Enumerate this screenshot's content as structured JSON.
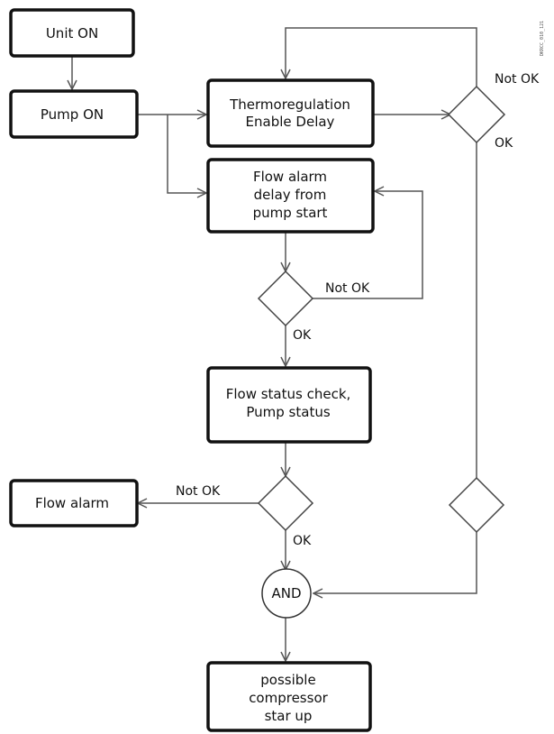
{
  "nodes": {
    "unit_on": "Unit ON",
    "pump_on": "Pump ON",
    "thermoregulation": [
      "Thermoregulation",
      "Enable Delay"
    ],
    "flow_alarm_delay": [
      "Flow alarm",
      "delay from",
      "pump start"
    ],
    "flow_status_check": [
      "Flow status check,",
      "Pump status"
    ],
    "flow_alarm": "Flow alarm",
    "and_gate": "AND",
    "compressor": [
      "possible",
      "compressor",
      "star up"
    ]
  },
  "edge_labels": {
    "thermo_not_ok": "Not OK",
    "thermo_ok": "OK",
    "delay_not_ok": "Not OK",
    "delay_ok": "OK",
    "status_not_ok": "Not OK",
    "status_ok": "OK"
  },
  "doc_code": "DKRCC_010_121",
  "colors": {
    "stroke": "#111111",
    "connector": "#555555",
    "background": "#ffffff"
  }
}
